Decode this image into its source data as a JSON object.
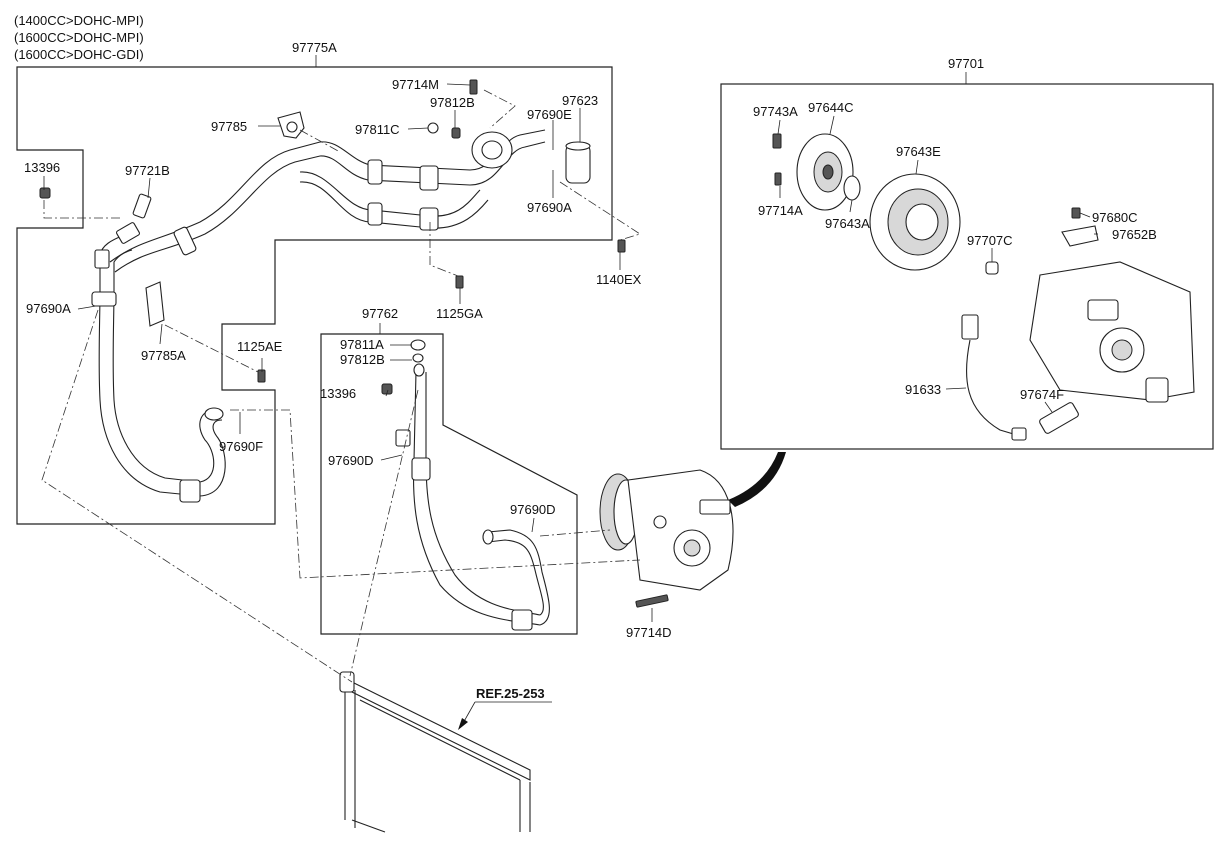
{
  "header": {
    "variants": [
      "(1400CC>DOHC-MPI)",
      "(1600CC>DOHC-MPI)",
      "(1600CC>DOHC-GDI)"
    ]
  },
  "assemblies": {
    "discharge_hose": "97775A",
    "suction_hose": "97762",
    "compressor": "97701"
  },
  "labels": {
    "p97714M": "97714M",
    "p97812B_top": "97812B",
    "p97623": "97623",
    "p97785": "97785",
    "p97811C": "97811C",
    "p97690E": "97690E",
    "p13396_left": "13396",
    "p97721B": "97721B",
    "p97690A_right": "97690A",
    "p1140EX": "1140EX",
    "p1125GA": "1125GA",
    "p97690A_left": "97690A",
    "p97785A": "97785A",
    "p1125AE": "1125AE",
    "p97690F": "97690F",
    "p97811A": "97811A",
    "p97812B_mid": "97812B",
    "p13396_mid": "13396",
    "p97690D_left": "97690D",
    "p97690D_right": "97690D",
    "p97714D": "97714D",
    "p97743A": "97743A",
    "p97644C": "97644C",
    "p97643E": "97643E",
    "p97714A": "97714A",
    "p97643A": "97643A",
    "p97680C": "97680C",
    "p97652B": "97652B",
    "p97707C": "97707C",
    "p91633": "91633",
    "p97674F": "97674F"
  },
  "reference": "REF.25-253",
  "colors": {
    "line": "#222222",
    "background": "#ffffff"
  }
}
